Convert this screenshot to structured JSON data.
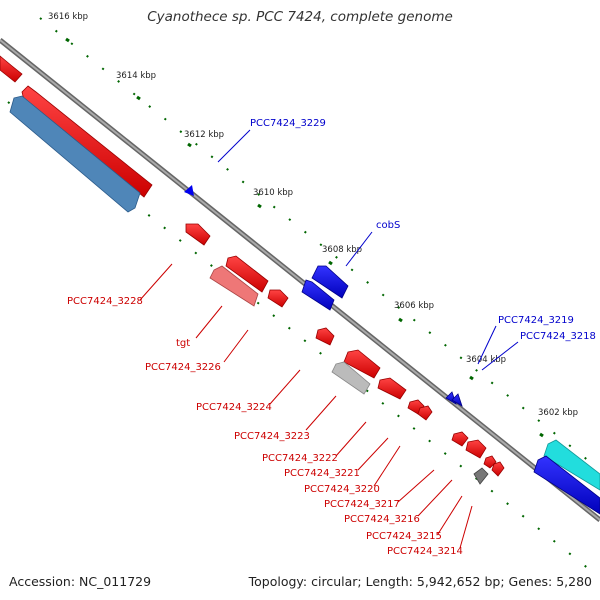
{
  "title": "Cyanothece sp. PCC 7424, complete genome",
  "footer": {
    "accession": "Accession: NC_011729",
    "topology": "Topology: circular; Length: 5,942,652 bp; Genes: 5,280"
  },
  "ticks": [
    "3616 kbp",
    "3614 kbp",
    "3612 kbp",
    "3610 kbp",
    "3608 kbp",
    "3606 kbp",
    "3604 kbp",
    "3602 kbp"
  ],
  "labels_red": [
    "PCC7424_3228",
    "tgt",
    "PCC7424_3226",
    "PCC7424_3224",
    "PCC7424_3223",
    "PCC7424_3222",
    "PCC7424_3221",
    "PCC7424_3220",
    "PCC7424_3217",
    "PCC7424_3216",
    "PCC7424_3215",
    "PCC7424_3214"
  ],
  "labels_blue": [
    "PCC7424_3229",
    "cobS",
    "PCC7424_3219",
    "PCC7424_3218"
  ],
  "colors": {
    "forward_gene": "#ee0000",
    "reverse_gene": "#0000ee",
    "forward_label": "#cc0000",
    "reverse_label": "#0000cc",
    "backbone": "#888888",
    "tick": "#006600",
    "rna_light_blue": "#4f86b8",
    "cyan_feature": "#22dddd",
    "pale_red": "#ee7777",
    "pale_gray": "#bbbbbb",
    "dark_gray": "#777777"
  }
}
